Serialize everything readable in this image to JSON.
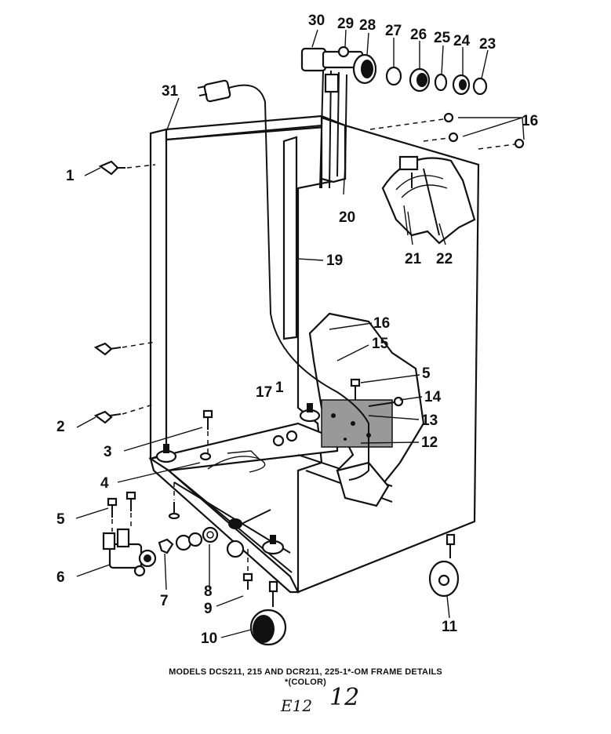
{
  "caption": {
    "line1": "MODELS DCS211, 215 AND DCR211, 225-1*-OM FRAME DETAILS",
    "line2": "*(COLOR)"
  },
  "handwriting": {
    "note1": "E12",
    "note2": "12"
  },
  "callouts": [
    {
      "id": "30",
      "label": "30"
    },
    {
      "id": "29",
      "label": "29"
    },
    {
      "id": "28",
      "label": "28"
    },
    {
      "id": "27",
      "label": "27"
    },
    {
      "id": "26",
      "label": "26"
    },
    {
      "id": "25",
      "label": "25"
    },
    {
      "id": "24",
      "label": "24"
    },
    {
      "id": "23",
      "label": "23"
    },
    {
      "id": "31",
      "label": "31"
    },
    {
      "id": "16a",
      "label": "16"
    },
    {
      "id": "1a",
      "label": "1"
    },
    {
      "id": "20",
      "label": "20"
    },
    {
      "id": "21",
      "label": "21"
    },
    {
      "id": "22",
      "label": "22"
    },
    {
      "id": "19",
      "label": "19"
    },
    {
      "id": "16b",
      "label": "16"
    },
    {
      "id": "15",
      "label": "15"
    },
    {
      "id": "5a",
      "label": "5"
    },
    {
      "id": "17",
      "label": "17"
    },
    {
      "id": "1b",
      "label": "1"
    },
    {
      "id": "14",
      "label": "14"
    },
    {
      "id": "2",
      "label": "2"
    },
    {
      "id": "13",
      "label": "13"
    },
    {
      "id": "3",
      "label": "3"
    },
    {
      "id": "12",
      "label": "12"
    },
    {
      "id": "4",
      "label": "4"
    },
    {
      "id": "5b",
      "label": "5"
    },
    {
      "id": "6",
      "label": "6"
    },
    {
      "id": "7",
      "label": "7"
    },
    {
      "id": "8",
      "label": "8"
    },
    {
      "id": "9",
      "label": "9"
    },
    {
      "id": "10",
      "label": "10"
    },
    {
      "id": "11",
      "label": "11"
    }
  ]
}
